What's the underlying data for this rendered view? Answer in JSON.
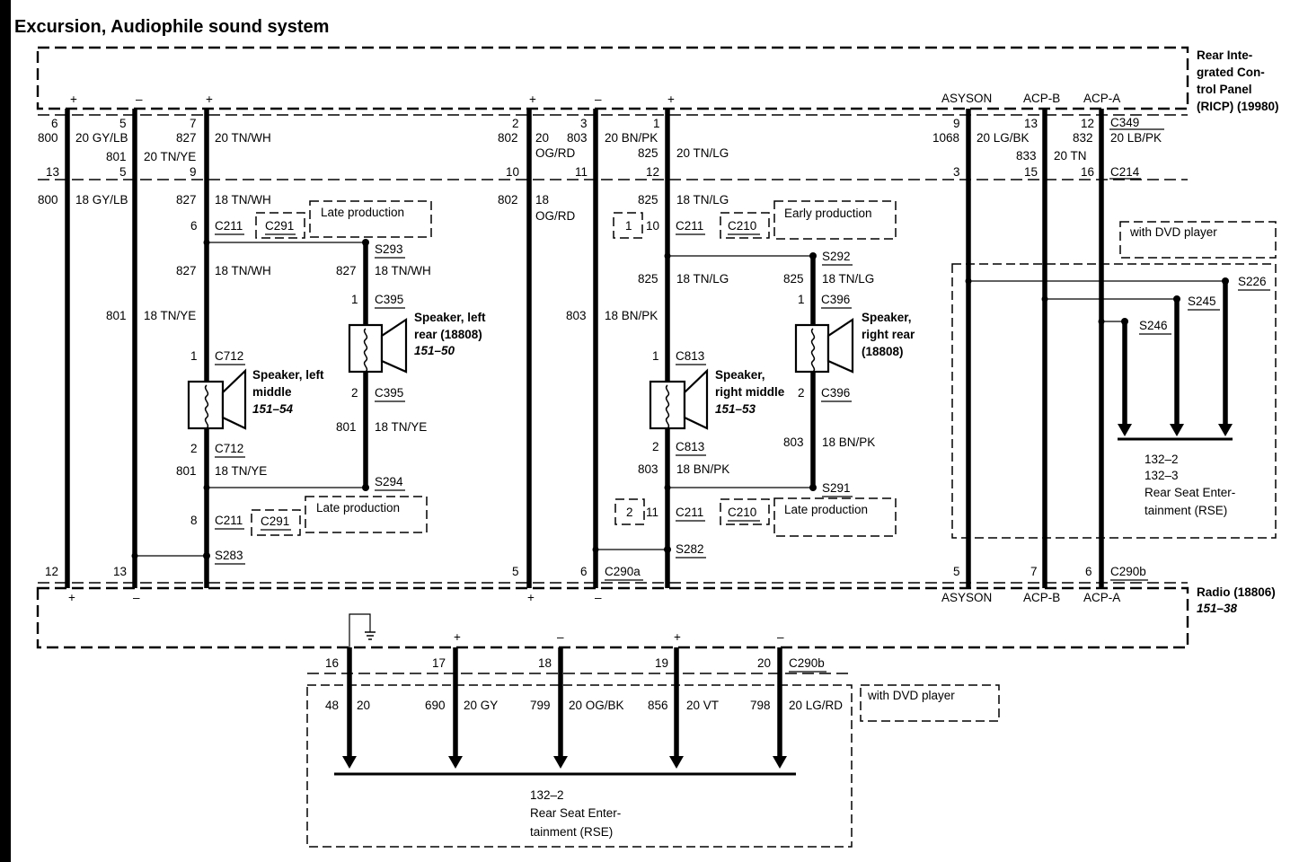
{
  "title": "Excursion, Audiophile sound system",
  "components": {
    "ricp": {
      "line1": "Rear Inte-",
      "line2": "grated Con-",
      "line3": "trol Panel",
      "line4": "(RICP) (19980)"
    },
    "radio": {
      "name": "Radio (18806)",
      "ref": "151–38"
    }
  },
  "polarity": {
    "plus": "+",
    "minus": "–"
  },
  "pins": {
    "asyson": "ASYSON",
    "acpb": "ACP-B",
    "acpa": "ACP-A"
  },
  "top_pins": {
    "w1": "6",
    "w2": "5",
    "w3": "7",
    "w4": "2",
    "w5": "3",
    "w6": "1",
    "w7": "9",
    "w8": "13",
    "w9": "12"
  },
  "connectors": {
    "c349": "C349",
    "c214": "C214",
    "c211": "C211",
    "c291": "C291",
    "c210": "C210",
    "c395": "C395",
    "c396": "C396",
    "c712": "C712",
    "c813": "C813",
    "c290a": "C290a",
    "c290b": "C290b"
  },
  "splices": {
    "s293": "S293",
    "s294": "S294",
    "s283": "S283",
    "s292": "S292",
    "s291": "S291",
    "s282": "S282",
    "s226": "S226",
    "s245": "S245",
    "s246": "S246"
  },
  "notes": {
    "late": "Late production",
    "early": "Early production",
    "dvd": "with DVD player"
  },
  "circuits": {
    "c800": "800",
    "c801": "801",
    "c802": "802",
    "c803": "803",
    "c825": "825",
    "c827": "827",
    "c1068": "1068",
    "c832": "832",
    "c833": "833",
    "c48": "48",
    "c690": "690",
    "c799": "799",
    "c856": "856",
    "c798": "798"
  },
  "wires": {
    "gylb20": "20 GY/LB",
    "tnwh20": "20 TN/WH",
    "tnye20": "20 TN/YE",
    "n20": "20",
    "ogrd": "OG/RD",
    "bnpk20": "20 BN/PK",
    "tnlg20": "20 TN/LG",
    "lgbk20": "20 LG/BK",
    "lbpk20": "20 LB/PK",
    "tn20": "20 TN",
    "gylb18": "18 GY/LB",
    "tnwh18": "18 TN/WH",
    "tnye18": "18 TN/YE",
    "n18": "18",
    "tnlg18": "18 TN/LG",
    "bnpk18": "18 BN/PK",
    "gy20": "20 GY",
    "ogbk20": "20 OG/BK",
    "vt20": "20 VT",
    "lgrd20": "20 LG/RD"
  },
  "nums": {
    "n1": "1",
    "n2": "2",
    "n3": "3",
    "n5": "5",
    "n6": "6",
    "n7": "7",
    "n8": "8",
    "n9": "9",
    "n10": "10",
    "n11": "11",
    "n12": "12",
    "n13": "13",
    "n15": "15",
    "n16": "16",
    "n17": "17",
    "n18": "18",
    "n19": "19",
    "n20": "20"
  },
  "speakers": {
    "left_middle": {
      "line1": "Speaker, left",
      "line2": "middle",
      "ref": "151–54"
    },
    "left_rear": {
      "line1": "Speaker, left",
      "line2": "rear (18808)",
      "ref": "151–50"
    },
    "right_middle": {
      "line1": "Speaker,",
      "line2": "right middle",
      "ref": "151–53"
    },
    "right_rear": {
      "line1": "Speaker,",
      "line2": "right rear",
      "line3": "(18808)"
    }
  },
  "rse": {
    "ref1": "132–2",
    "ref2": "132–3",
    "line1": "Rear Seat Enter-",
    "line2": "tainment (RSE)"
  }
}
